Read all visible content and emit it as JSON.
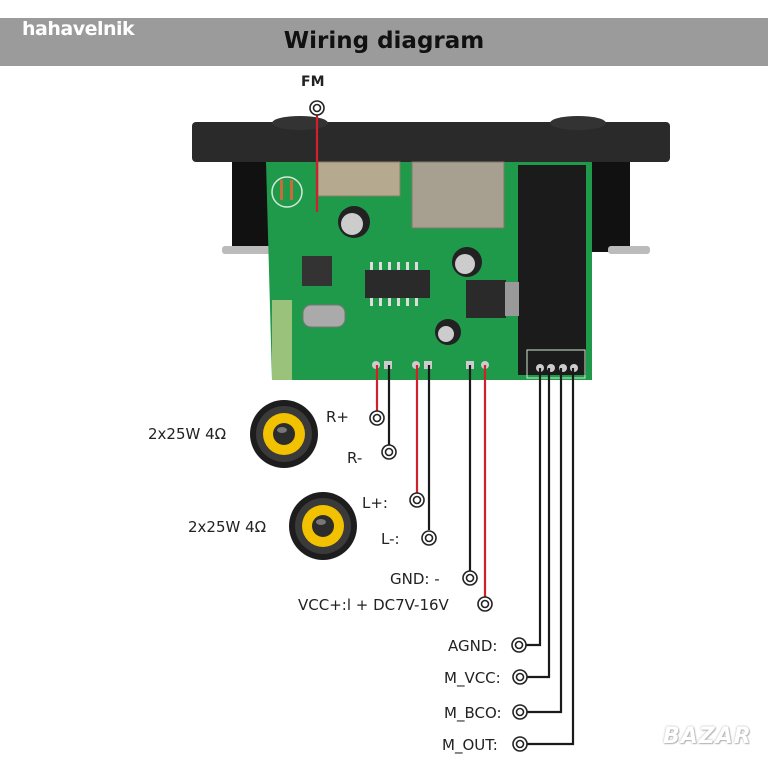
{
  "header": {
    "brand": "hahavelnik",
    "title": "Wiring diagram"
  },
  "antenna": {
    "label": "FM"
  },
  "speakers": [
    {
      "label": "2x25W 4Ω"
    },
    {
      "label": "2x25W 4Ω"
    }
  ],
  "terminals": {
    "r_plus": "R+",
    "r_minus": "R-",
    "l_plus": "L+:",
    "l_minus": "L-:",
    "gnd": "GND:  -",
    "vcc": "VCC+:l  +  DC7V-16V",
    "agnd": "AGND:",
    "m_vcc": "M_VCC:",
    "m_bco": "M_BCO:",
    "m_out": "M_OUT:"
  },
  "colors": {
    "banner": "#9c9b9b",
    "pcb": "#1e9a4a",
    "wire_red": "#d0202a",
    "wire_black": "#1a1a1a",
    "speaker_cone": "#f2c200"
  },
  "watermark": "BAZAR"
}
